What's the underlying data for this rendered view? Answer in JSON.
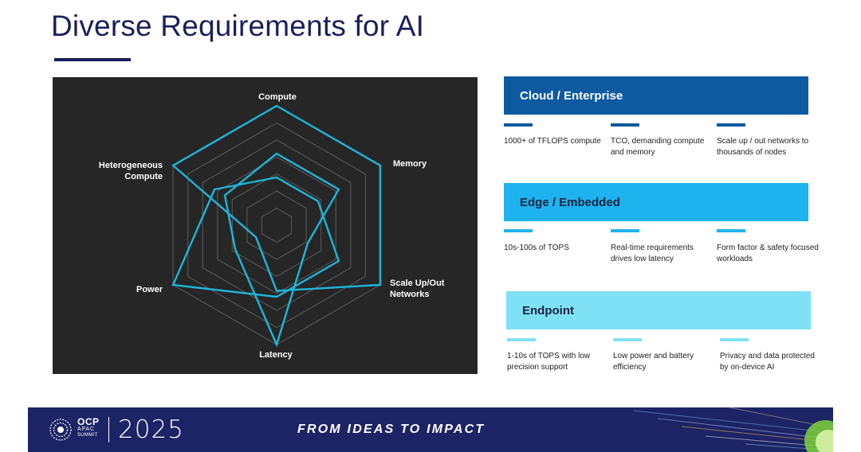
{
  "slide": {
    "title": "Diverse Requirements for AI"
  },
  "radar": {
    "axes": [
      {
        "label_lines": [
          "Compute"
        ]
      },
      {
        "label_lines": [
          "Memory"
        ]
      },
      {
        "label_lines": [
          "Scale Up/Out",
          "Networks"
        ]
      },
      {
        "label_lines": [
          "Latency"
        ]
      },
      {
        "label_lines": [
          "Power"
        ]
      },
      {
        "label_lines": [
          "Heterogeneous",
          "Compute"
        ]
      }
    ],
    "colors": {
      "background": "#262626",
      "grid": "#5c5c5c",
      "series": "#1eb6d9"
    },
    "levels": 7,
    "series": [
      {
        "values": [
          1.0,
          1.0,
          1.0,
          0.55,
          0.2,
          1.0
        ]
      },
      {
        "values": [
          0.6,
          0.6,
          0.3,
          1.0,
          0.4,
          0.5
        ]
      },
      {
        "values": [
          0.4,
          0.4,
          0.6,
          0.6,
          1.0,
          0.6
        ]
      }
    ]
  },
  "segments": [
    {
      "heading": "Cloud / Enterprise",
      "band_color": "#0d5aa1",
      "text_color": "#ffffff",
      "items": [
        "1000+ of TFLOPS compute",
        "TCO, demanding compute and memory",
        "Scale up / out networks to thousands of nodes"
      ]
    },
    {
      "heading": "Edge / Embedded",
      "band_color": "#1eb3ef",
      "text_color": "#16223f",
      "items": [
        "10s-100s of TOPS",
        "Real-time requirements drives low latency",
        "Form factor & safety focused workloads"
      ]
    },
    {
      "heading": "Endpoint",
      "band_color": "#7fe1f6",
      "text_color": "#16223f",
      "items": [
        "1-10s of TOPS with low precision support",
        "Low power and battery efficiency",
        "Privacy and data protected by on-device AI"
      ]
    }
  ],
  "footer": {
    "logo_ocp": "OCP",
    "logo_apac": "APAC",
    "logo_summit": "SUMMIT",
    "year": "2025",
    "tagline": "FROM IDEAS TO IMPACT",
    "background": "#1c2466"
  }
}
